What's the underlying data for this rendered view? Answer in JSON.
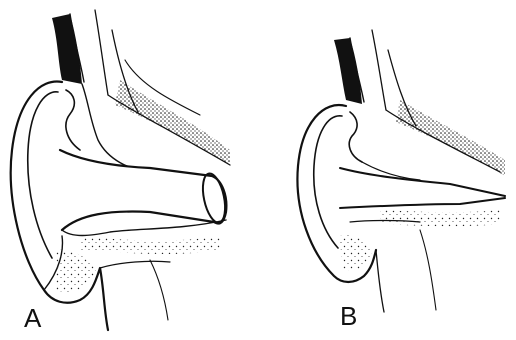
{
  "figure": {
    "panels": [
      {
        "id": "A",
        "label": "A"
      },
      {
        "id": "B",
        "label": "B"
      }
    ],
    "colors": {
      "ink": "#111111",
      "background": "#ffffff"
    }
  }
}
